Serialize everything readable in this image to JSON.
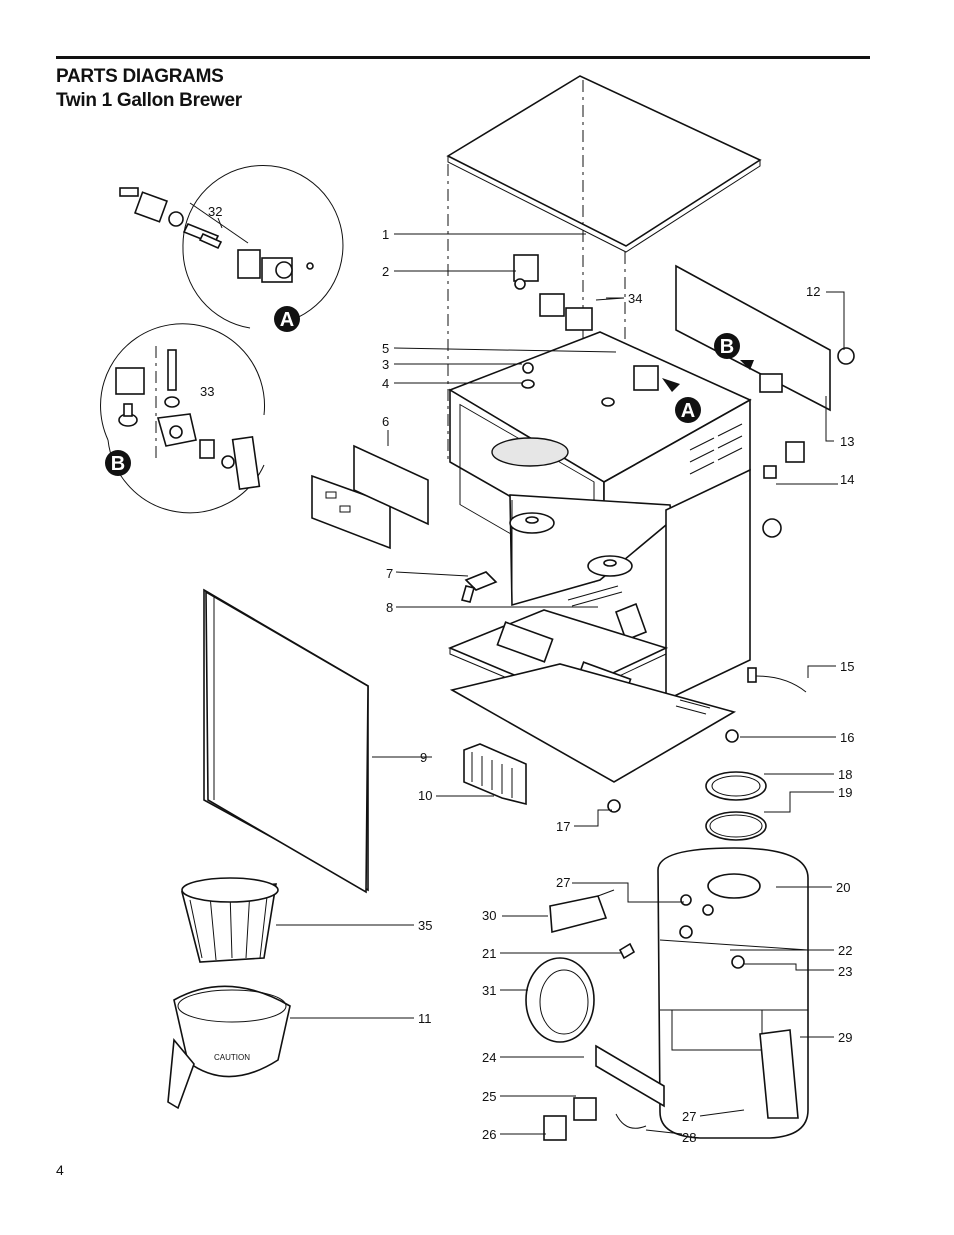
{
  "header": {
    "title": "PARTS DIAGRAMS",
    "subtitle": "Twin 1 Gallon Brewer"
  },
  "footer": {
    "page_number": "4"
  },
  "detail_callouts": [
    {
      "letter": "A"
    },
    {
      "letter": "B"
    }
  ],
  "diagram_callouts": [
    {
      "letter": "A"
    },
    {
      "letter": "B"
    }
  ],
  "filter_label": "CAUTION",
  "part_labels": [
    "1",
    "2",
    "3",
    "4",
    "5",
    "6",
    "7",
    "8",
    "9",
    "10",
    "11",
    "12",
    "13",
    "14",
    "15",
    "16",
    "17",
    "18",
    "19",
    "20",
    "21",
    "22",
    "23",
    "24",
    "25",
    "26",
    "27",
    "27",
    "28",
    "29",
    "30",
    "31",
    "32",
    "33",
    "34",
    "35"
  ]
}
